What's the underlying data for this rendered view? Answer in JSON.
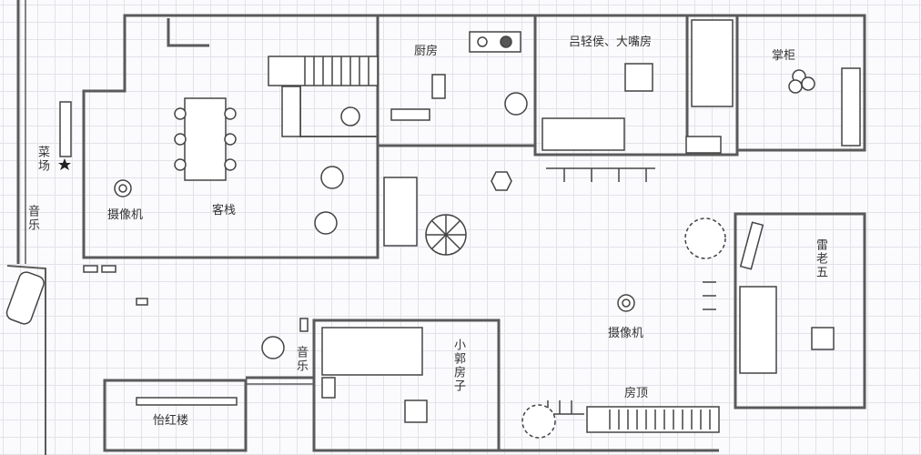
{
  "labels": {
    "market": "菜场",
    "music_left": "音乐",
    "camera_left": "摄像机",
    "inn": "客栈",
    "kitchen": "厨房",
    "lv_dazui_room": "吕轻侯、大嘴房",
    "shopkeeper": "掌柜",
    "lei_laowu": "雷老五",
    "camera_center": "摄像机",
    "xiaoguo_room": "小郭房子",
    "music_center": "音乐",
    "roof": "房顶",
    "yihong_lou": "怡红楼"
  },
  "colors": {
    "wall": "#5a5a5a",
    "grid": "#e2e3ea",
    "furniture": "#444444"
  }
}
